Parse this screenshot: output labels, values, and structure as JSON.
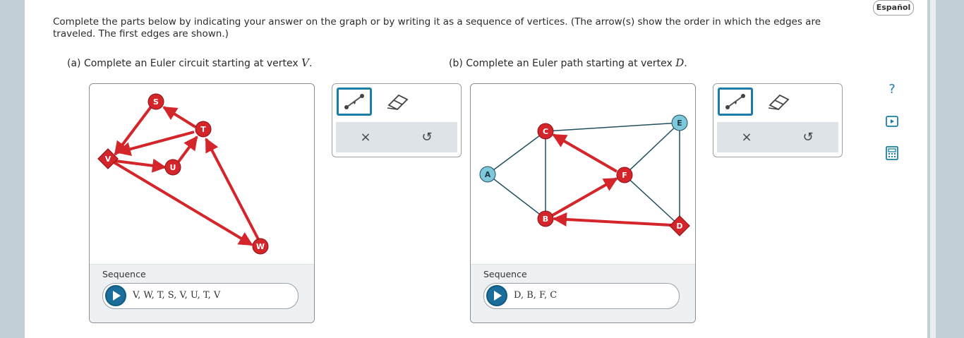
{
  "instructions": "Complete the parts below by indicating your answer on the graph or by writing it as a sequence of vertices. (The arrow(s) show the order in which the edges are traveled. The first edges are shown.)",
  "language_button": "Español",
  "part_a": {
    "label_prefix": "(a) Complete an Euler circuit starting at vertex ",
    "vertex": "V",
    "label_suffix": ".",
    "vertices": [
      "S",
      "T",
      "V",
      "U",
      "W"
    ],
    "sequence_label": "Sequence",
    "sequence_value": "V, W, T, S, V, U, T, V"
  },
  "part_b": {
    "label_prefix": "(b) Complete an Euler path starting at vertex ",
    "vertex": "D",
    "label_suffix": ".",
    "vertices": [
      "A",
      "B",
      "C",
      "D",
      "E",
      "F"
    ],
    "sequence_label": "Sequence",
    "sequence_value": "D, B, F, C"
  },
  "toolbar": {
    "clear_symbol": "×",
    "undo_symbol": "↺"
  },
  "sidebar": {
    "help_symbol": "?"
  },
  "icons": [
    "line-tool-icon",
    "eraser-icon",
    "clear-icon",
    "undo-icon",
    "help-icon",
    "video-icon",
    "calculator-icon",
    "play-icon"
  ],
  "colors": {
    "path_red": "#d4252b",
    "teal": "#1a7fa8",
    "node_blue": "#7ec8dc"
  }
}
